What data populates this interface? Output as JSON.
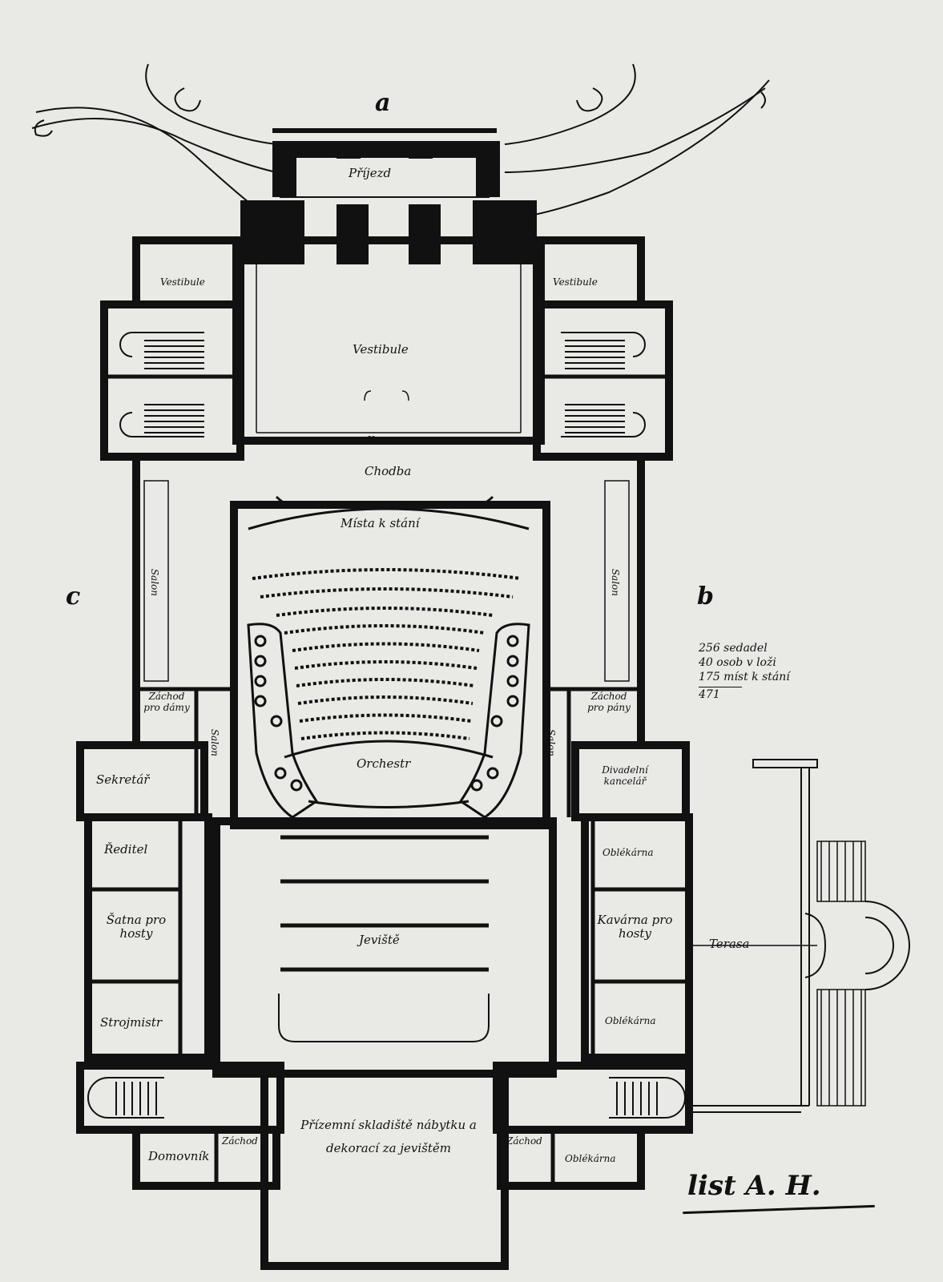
{
  "markers": {
    "north": "a",
    "west": "c",
    "east": "b"
  },
  "rooms": {
    "prijezd": "Příjezd",
    "vestibule_main": "Vestibule",
    "vestibule_left": "Vestibule",
    "vestibule_right": "Vestibule",
    "kasa": "Kasa",
    "chodba": "Chodba",
    "misto_stani": "Místa k stání",
    "salon_left_long": "Salon",
    "salon_right_long": "Salon",
    "zachod_left": "Záchod pro dámy",
    "zachod_right": "Záchod pro pány",
    "salon_left": "Salon",
    "salon_right": "Salon",
    "orchestr": "Orchestr",
    "sekretar": "Sekretář",
    "reditel": "Ředitel",
    "satna_hosty": "Šatna pro hosty",
    "strojmistr": "Strojmistr",
    "divadelni_kancelar": "Divadelní kancelář",
    "oblekarna_top": "Oblékárna",
    "kavarna": "Kavárna pro hosty",
    "oblekarna_bottom": "Oblékárna",
    "jeviste": "Jeviště",
    "terasa": "Terasa",
    "skladiste": "Přízemní skladiště nábytku a dekorací za jevištěm",
    "domovnik": "Domovník",
    "zachod_bl": "Záchod",
    "zachod_br": "Záchod",
    "oblekarna_br": "Oblékárna"
  },
  "stats": {
    "line1": "256 sedadel",
    "line2": "40 osob v loži",
    "line3": "175 míst k stání",
    "total": "471"
  },
  "signature": "list A. H."
}
